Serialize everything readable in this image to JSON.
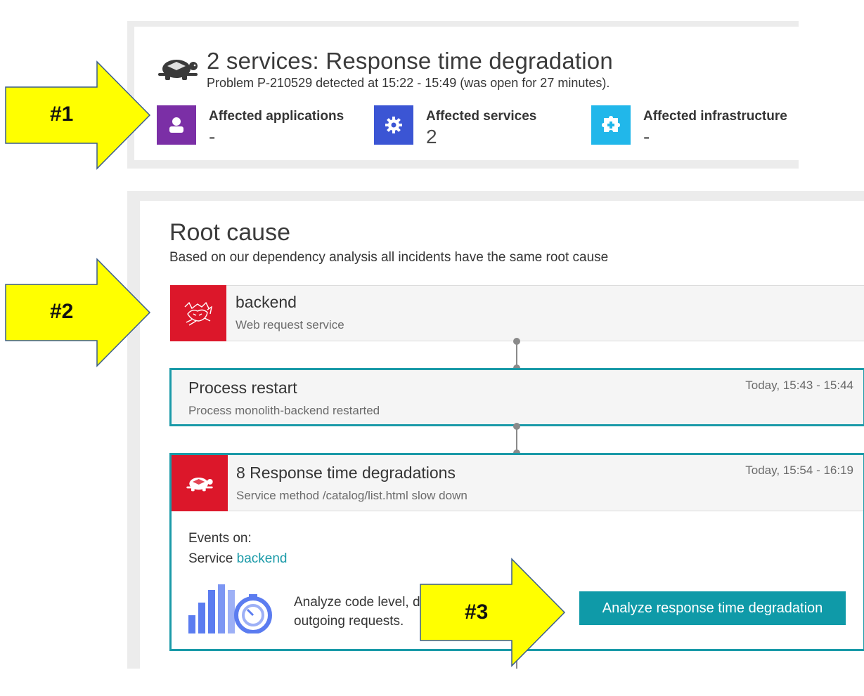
{
  "problem": {
    "title": "2 services: Response time degradation",
    "subtitle": "Problem P-210529 detected at 15:22 - 15:49 (was open for 27 minutes).",
    "icon": "turtle-icon",
    "affected": [
      {
        "label": "Affected applications",
        "value": "-",
        "icon": "user-icon",
        "color": "#7b2fa6"
      },
      {
        "label": "Affected services",
        "value": "2",
        "icon": "gear-icon",
        "color": "#3b55d4"
      },
      {
        "label": "Affected infrastructure",
        "value": "-",
        "icon": "puzzle-icon",
        "color": "#21b7ea"
      }
    ]
  },
  "root_cause": {
    "title": "Root cause",
    "subtitle": "Based on our dependency analysis all incidents have the same root cause",
    "entity": {
      "name": "backend",
      "type": "Web request service",
      "icon": "tomcat-icon",
      "color": "#dc172a"
    },
    "restart_event": {
      "title": "Process restart",
      "subtitle": "Process monolith-backend restarted",
      "time": "Today, 15:43 - 15:44"
    },
    "degradation_event": {
      "title": "8 Response time degradations",
      "subtitle": "Service method /catalog/list.html slow down",
      "time": "Today, 15:54 - 16:19",
      "events_on_label": "Events on:",
      "service_prefix": "Service",
      "service_link": "backend",
      "analyze_text": "Analyze code level, da\noutgoing requests.",
      "analyze_button": "Analyze response time degradation"
    },
    "accent_color": "#1a9aa8"
  },
  "annotations": [
    {
      "label": "#1"
    },
    {
      "label": "#2"
    },
    {
      "label": "#3"
    }
  ]
}
